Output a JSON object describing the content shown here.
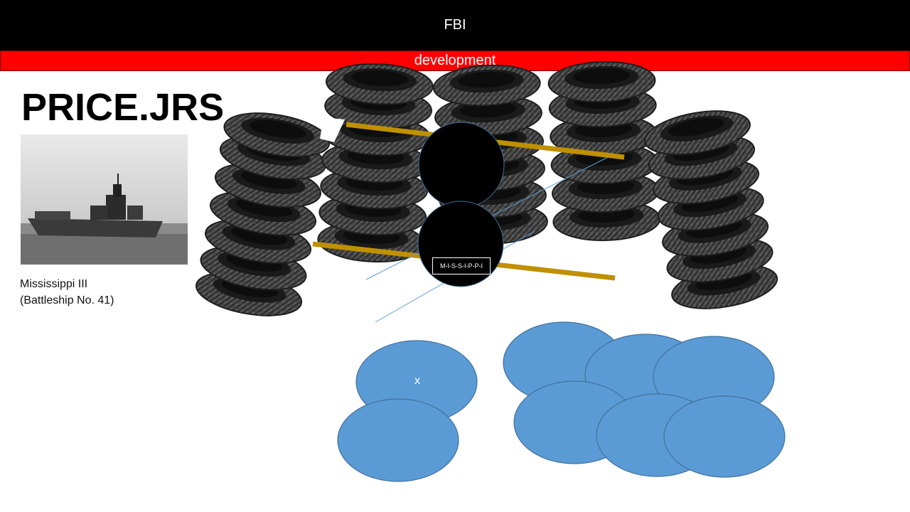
{
  "header": {
    "title": "FBI",
    "subtitle": "development"
  },
  "main": {
    "heading": "PRICE.JRS",
    "photo": {
      "alt": "battleship photo"
    },
    "caption": {
      "line1": "Mississippi III",
      "line2": "(Battleship No. 41)"
    },
    "circle_label": "M-I-S-S-I-P-P-I",
    "ellipse_label": "x"
  },
  "colors": {
    "topbar": "#000000",
    "redbar": "#ff0000",
    "ellipse": "#5b9bd5",
    "gold_line": "#bf9000",
    "blue_line": "#5b9bd5"
  },
  "icons": [
    "tire-stack-icon",
    "battleship-photo-icon"
  ]
}
